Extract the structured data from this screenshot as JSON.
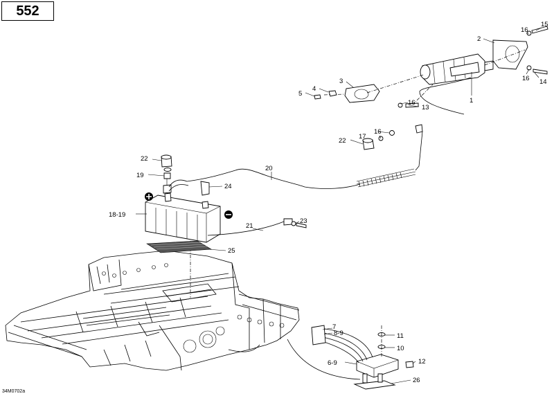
{
  "page_number": "552",
  "drawing_code": "34M0702a",
  "callouts": [
    {
      "label": "1"
    },
    {
      "label": "2"
    },
    {
      "label": "3"
    },
    {
      "label": "4"
    },
    {
      "label": "5"
    },
    {
      "label": "6-9"
    },
    {
      "label": "7"
    },
    {
      "label": "8-9"
    },
    {
      "label": "10"
    },
    {
      "label": "11"
    },
    {
      "label": "12"
    },
    {
      "label": "13"
    },
    {
      "label": "14"
    },
    {
      "label": "15"
    },
    {
      "label": "16"
    },
    {
      "label": "16"
    },
    {
      "label": "16"
    },
    {
      "label": "16"
    },
    {
      "label": "17"
    },
    {
      "label": "18-19"
    },
    {
      "label": "19"
    },
    {
      "label": "20"
    },
    {
      "label": "21"
    },
    {
      "label": "22"
    },
    {
      "label": "22"
    },
    {
      "label": "23"
    },
    {
      "label": "24"
    },
    {
      "label": "25"
    },
    {
      "label": "26"
    }
  ]
}
